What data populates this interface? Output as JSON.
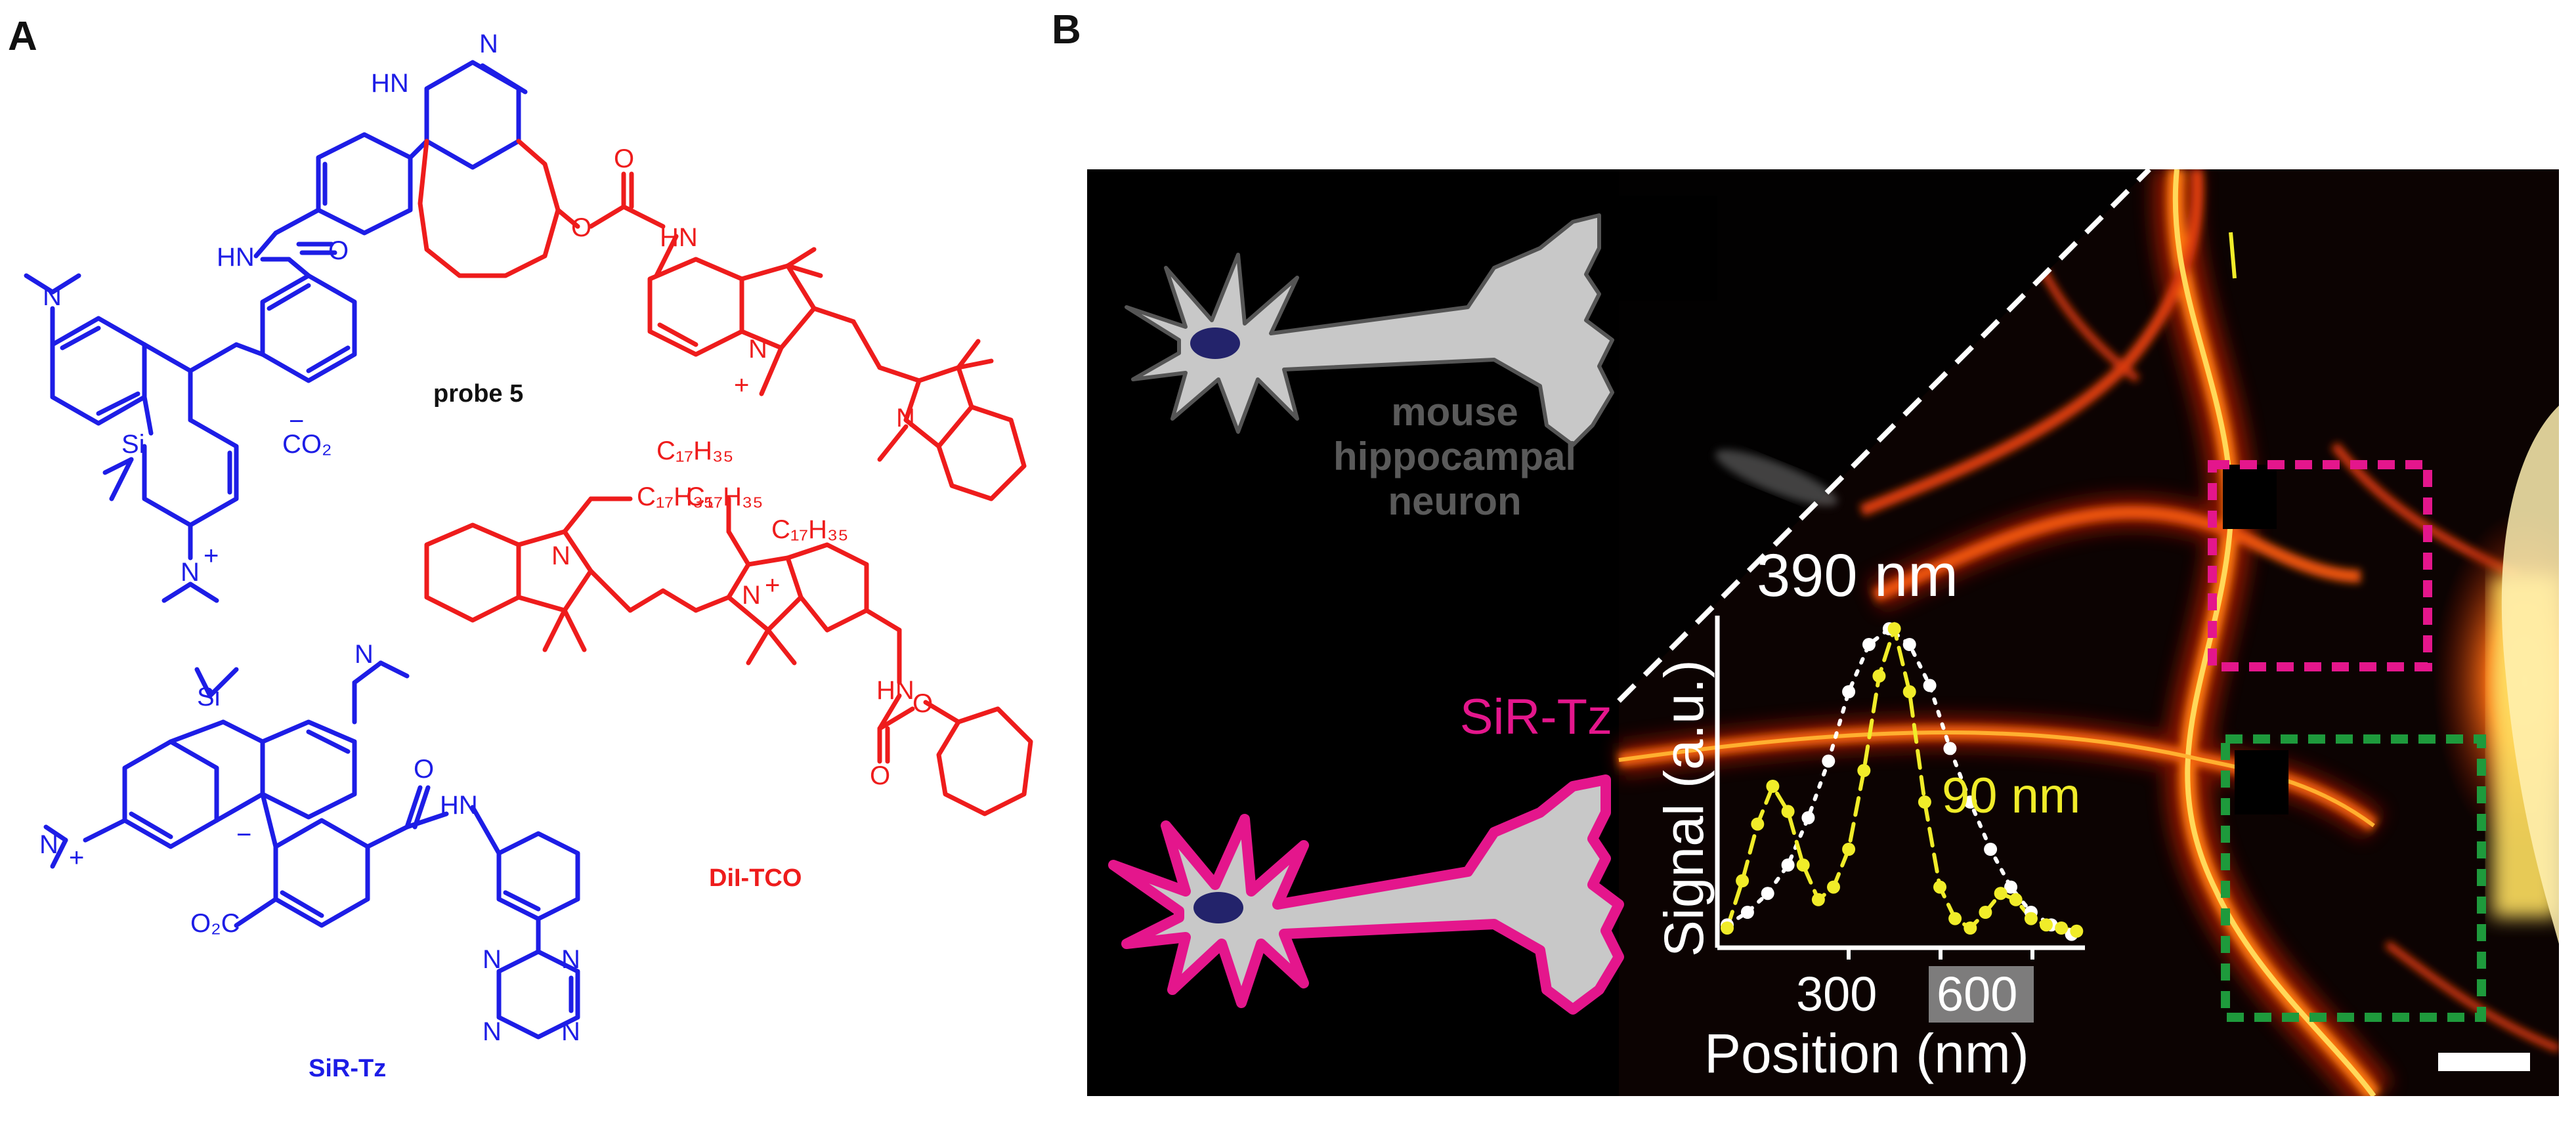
{
  "panel_a": {
    "letter": "A",
    "probe_label": "probe 5",
    "dil_label": "DiI-TCO",
    "sir_label": "SiR-Tz",
    "atoms": {
      "nh": "HN",
      "hn_pyridazine": "HN",
      "n": "N",
      "o": "O",
      "si": "Si",
      "co2": "CO₂",
      "minus": "−",
      "plus": "+",
      "c17h35": "C₁₇H₃₅",
      "o2c": "O₂C"
    },
    "colors": {
      "rhodamine": "#1d1de6",
      "cyanine": "#ee1c1c"
    }
  },
  "panel_b": {
    "letter": "B",
    "neuron_label_line1": "mouse",
    "neuron_label_line2": "hippocampal",
    "neuron_label_line3": "neuron",
    "stain_label": "SiR-Tz",
    "wide_width_label": "390 nm",
    "narrow_width_label": "90 nm",
    "inset_ylabel": "Signal (a.u.)",
    "inset_xlabel": "Position (nm)",
    "inset_ticks": [
      "300",
      "600"
    ],
    "colors": {
      "magenta": "#e4168c",
      "green": "#1e9a3c",
      "yellow": "#f0ec29",
      "neuron_gray": "#c8c8c8"
    }
  },
  "chart_data": {
    "type": "scatter",
    "xlabel": "Position (nm)",
    "ylabel": "Signal (a.u.)",
    "x_ticks": [
      300,
      600
    ],
    "series": [
      {
        "color": "white",
        "fit_fwhm_label": "390 nm",
        "x": [
          0,
          40,
          80,
          120,
          160,
          200,
          240,
          280,
          320,
          360,
          400,
          440,
          480,
          520,
          560,
          600,
          640,
          680
        ],
        "y": [
          0.06,
          0.1,
          0.16,
          0.25,
          0.4,
          0.58,
          0.8,
          0.95,
          1.0,
          0.95,
          0.82,
          0.62,
          0.45,
          0.3,
          0.18,
          0.1,
          0.06,
          0.03
        ]
      },
      {
        "color": "yellow",
        "fit_fwhm_label": "90 nm",
        "x": [
          0,
          30,
          60,
          90,
          120,
          150,
          180,
          210,
          240,
          270,
          300,
          330,
          360,
          390,
          420,
          450,
          480,
          510,
          540,
          570,
          600,
          630,
          660,
          690
        ],
        "y": [
          0.05,
          0.2,
          0.38,
          0.5,
          0.42,
          0.25,
          0.14,
          0.18,
          0.3,
          0.55,
          0.85,
          1.0,
          0.8,
          0.45,
          0.18,
          0.08,
          0.05,
          0.1,
          0.16,
          0.14,
          0.08,
          0.06,
          0.05,
          0.04
        ]
      }
    ]
  }
}
